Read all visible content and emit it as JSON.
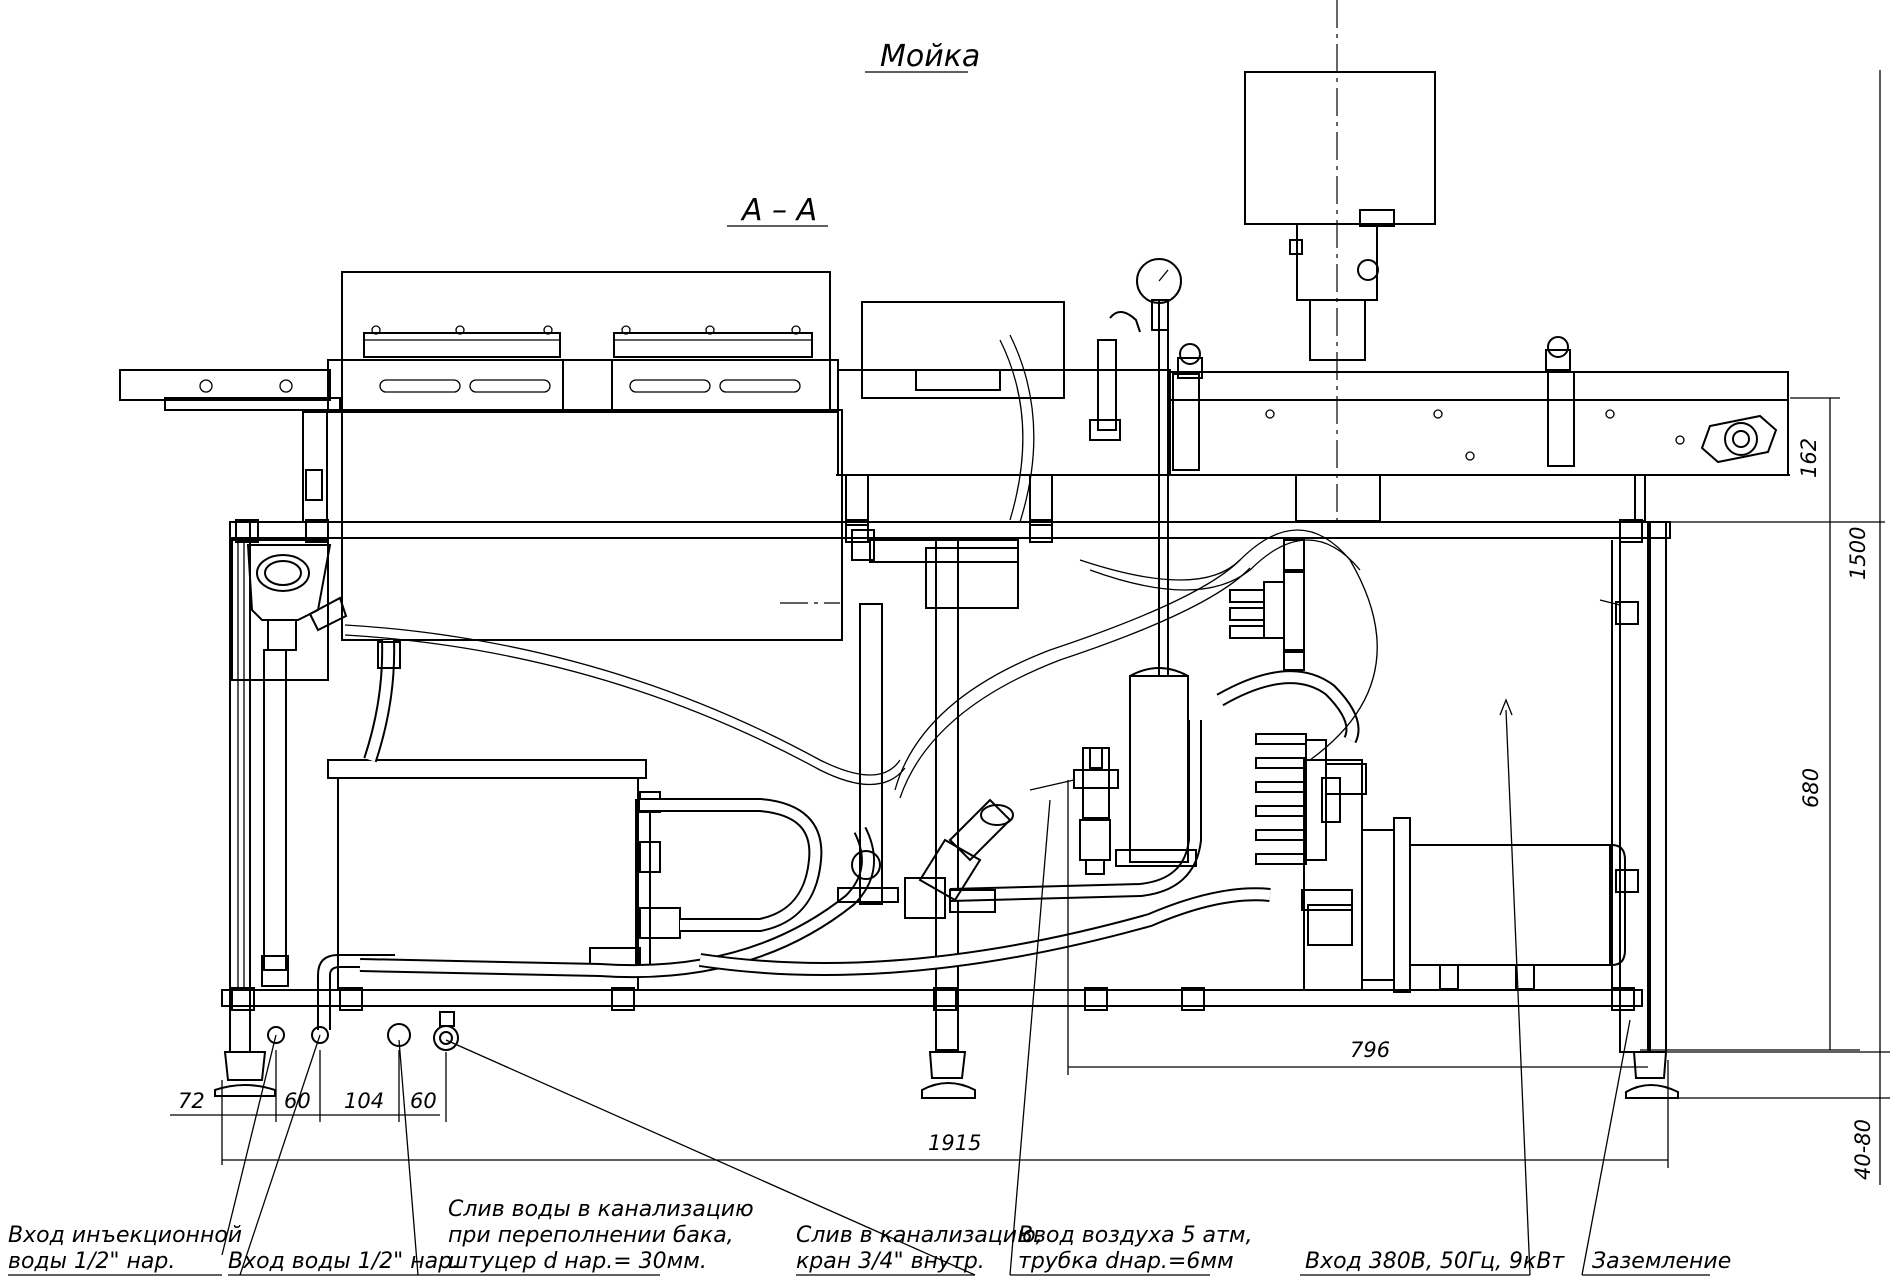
{
  "title": "Мойка",
  "section": "А – А",
  "dimensions": {
    "d72": "72",
    "d60a": "60",
    "d104": "104",
    "d60b": "60",
    "d1915": "1915",
    "d796": "796",
    "d162": "162",
    "d1500": "1500",
    "d680": "680",
    "d4080": "40-80"
  },
  "callouts": {
    "injection_water_1": "Вход инъекционной",
    "injection_water_2": "воды 1/2\" нар.",
    "water_in": "Вход воды 1/2\" нар.",
    "overflow_1": "Слив воды в канализацию",
    "overflow_2": "при переполнении бака,",
    "overflow_3": "штуцер d нар.= 30мм.",
    "drain_1": "Слив в канализацию,",
    "drain_2": "кран 3/4\" внутр.",
    "air_1": "Ввод воздуха 5 атм,",
    "air_2": "трубка dнар.=6мм",
    "power": "Вход 380В, 50Гц, 9кВт",
    "ground": "Заземление"
  }
}
